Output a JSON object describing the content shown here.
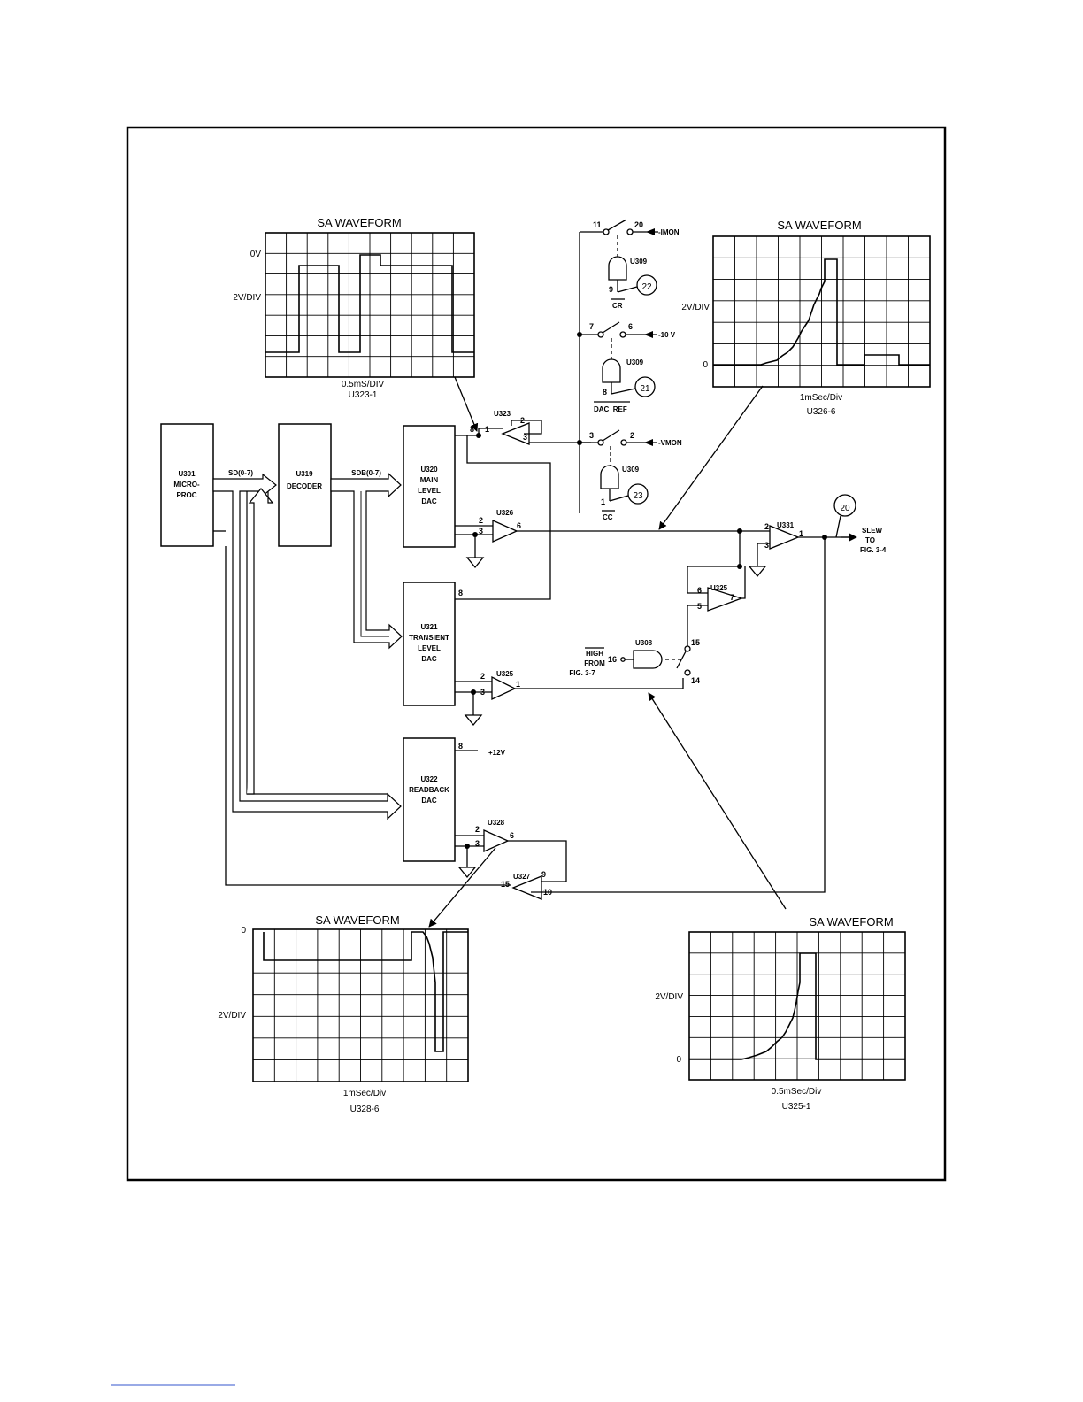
{
  "blocks": {
    "u301": [
      "U301",
      "MICRO-",
      "PROC"
    ],
    "u319": [
      "U319",
      "DECODER"
    ],
    "u320": [
      "U320",
      "MAIN",
      "LEVEL",
      "DAC"
    ],
    "u321": [
      "U321",
      "TRANSIENT",
      "LEVEL",
      "DAC"
    ],
    "u322": [
      "U322",
      "READBACK",
      "DAC"
    ]
  },
  "buses": {
    "sd": "SD(0-7)",
    "sdb": "SDB(0-7)"
  },
  "amps": {
    "u323": "U323",
    "u326": "U326",
    "u331": "U331",
    "u325a": "U325",
    "u325b": "U325",
    "u328": "U328",
    "u327": "U327"
  },
  "gates": {
    "g1": "U309",
    "g2": "U309",
    "g3": "U309",
    "g4": "U308"
  },
  "signals": {
    "imon": "-IMON",
    "v10": "-10 V",
    "vmon": "-VMON",
    "p12": "+12V",
    "cr": "CR",
    "dacref": "DAC_REF",
    "cc": "CC",
    "slew": [
      "SLEW",
      "TO",
      "FIG. 3-4"
    ],
    "high": [
      "HIGH",
      "FROM",
      "FIG. 3-7"
    ]
  },
  "testpoints": {
    "tp20": "20",
    "tp21": "21",
    "tp22": "22",
    "tp23": "23"
  },
  "pins": {
    "u323_p1": "1",
    "u323_p2": "2",
    "u323_p3": "3",
    "u323_p8": "8",
    "sw1_a": "11",
    "sw1_b": "20",
    "g1_out": "9",
    "sw2_a": "7",
    "sw2_b": "6",
    "g2_out": "8",
    "sw3_a": "3",
    "sw3_b": "2",
    "g3_out": "1",
    "u326_p2": "2",
    "u326_p3": "3",
    "u326_p6": "6",
    "u331_p2": "2",
    "u331_p3": "3",
    "u331_p1": "1",
    "u325b_p6": "6",
    "u325b_p5": "5",
    "u325b_p7": "7",
    "u321_p8": "8",
    "sw4_a": "15",
    "sw4_b": "14",
    "g4_in": "16",
    "u325a_p2": "2",
    "u325a_p3": "3",
    "u325a_p1": "1",
    "u322_p8": "8",
    "u328_p2": "2",
    "u328_p3": "3",
    "u328_p6": "6",
    "u327_p9": "9",
    "u327_p10": "10",
    "u327_p15": "15"
  },
  "scopes": {
    "s1": {
      "title": "SA WAVEFORM",
      "y_top": "0V",
      "y_mid": "2V/DIV",
      "x_label": "0.5mS/DIV",
      "probe": "U323-1"
    },
    "s2": {
      "title": "SA WAVEFORM",
      "y_mid": "2V/DIV",
      "y_zero": "0",
      "x_label": "1mSec/Div",
      "probe": "U326-6"
    },
    "s3": {
      "title": "SA WAVEFORM",
      "y_top": "0",
      "y_mid": "2V/DIV",
      "x_label": "1mSec/Div",
      "probe": "U328-6"
    },
    "s4": {
      "title": "SA WAVEFORM",
      "y_mid": "2V/DIV",
      "y_zero": "0",
      "x_label": "0.5mSec/Div",
      "probe": "U325-1"
    }
  }
}
